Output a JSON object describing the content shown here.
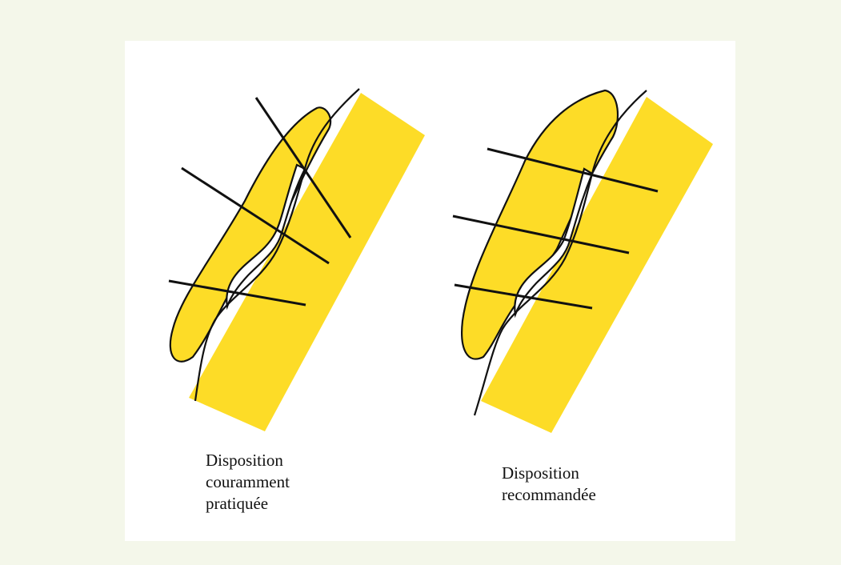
{
  "colors": {
    "background": "#f4f7ea",
    "panel": "#ffffff",
    "fill": "#fddc27",
    "stroke": "#111111"
  },
  "captions": {
    "left": [
      "Disposition",
      "couramment",
      "pratiquée"
    ],
    "right": [
      "Disposition",
      "recommandée"
    ]
  }
}
